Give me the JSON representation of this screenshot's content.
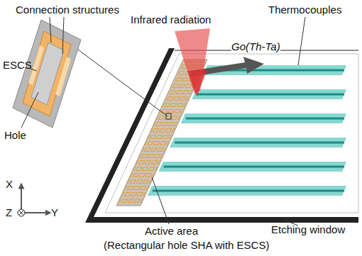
{
  "diagram": {
    "labels": [
      "Connection structures",
      "ESCS",
      "Hole",
      "Infrared radiation",
      "Thermocouples",
      "Go(Th-Ta)",
      "X",
      "Z",
      "Y",
      "Etching window",
      "Active area",
      "(Rectangular hole SHA with ESCS)"
    ]
  }
}
